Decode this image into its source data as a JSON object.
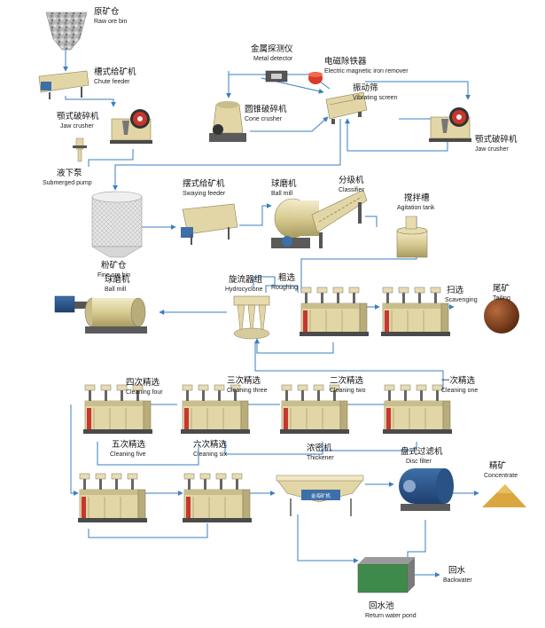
{
  "equipment": {
    "raw_ore_bin": {
      "zh": "原矿仓",
      "en": "Raw ore bin"
    },
    "chute_feeder": {
      "zh": "槽式给矿机",
      "en": "Chute feeder"
    },
    "jaw_crusher_1": {
      "zh": "颚式破碎机",
      "en": "Jaw  crusher"
    },
    "submerged_pump": {
      "zh": "液下泵",
      "en": "Submerged pump"
    },
    "metal_detector": {
      "zh": "金属探测仪",
      "en": "Metal detector"
    },
    "iron_remover": {
      "zh": "电磁除铁器",
      "en": "Electric magnetic iron remover"
    },
    "cone_crusher": {
      "zh": "圆锥破碎机",
      "en": "Cone crusher"
    },
    "vibrating_screen": {
      "zh": "振动筛",
      "en": "Vibrating screen"
    },
    "jaw_crusher_2": {
      "zh": "颚式破碎机",
      "en": "Jaw crusher"
    },
    "fine_ore_bin": {
      "zh": "粉矿仓",
      "en": "Fine ore bin"
    },
    "swaying_feeder": {
      "zh": "摆式给矿机",
      "en": "Swaying feeder"
    },
    "ball_mill_1": {
      "zh": "球磨机",
      "en": "Ball mill"
    },
    "classifier": {
      "zh": "分级机",
      "en": "Classifier"
    },
    "agitation_tank": {
      "zh": "搅拌槽",
      "en": "Agitation tank"
    },
    "roughing": {
      "zh": "粗选",
      "en": "Roughing"
    },
    "scavenging": {
      "zh": "扫选",
      "en": "Scavenging"
    },
    "tailing": {
      "zh": "尾矿",
      "en": "Tailing"
    },
    "ball_mill_2": {
      "zh": "球磨机",
      "en": "Ball mill"
    },
    "hydrocyclone": {
      "zh": "旋流器组",
      "en": "Hydrocyclone"
    },
    "cleaning_four": {
      "zh": "四次精选",
      "en": "Cleaning four"
    },
    "cleaning_three": {
      "zh": "三次精选",
      "en": "Cleaning three"
    },
    "cleaning_two": {
      "zh": "二次精选",
      "en": "Cleaning two"
    },
    "cleaning_one": {
      "zh": "一次精选",
      "en": "Cleaning one"
    },
    "cleaning_five": {
      "zh": "五次精选",
      "en": "Cleaning five"
    },
    "cleaning_six": {
      "zh": "六次精选",
      "en": "Cleaning six"
    },
    "thickener": {
      "zh": "浓密机",
      "en": "Thickener"
    },
    "disc_filter": {
      "zh": "盘式过滤机",
      "en": "Disc filter"
    },
    "concentrate": {
      "zh": "精矿",
      "en": "Concentrate"
    },
    "return_water_pond": {
      "zh": "回水池",
      "en": "Return water pond"
    },
    "backwater": {
      "zh": "回水",
      "en": "Backwater"
    }
  },
  "thickener_plate": "金海矿机",
  "colors": {
    "flow_line": "#3a7fc0",
    "machine_body": "#e8dcae",
    "machine_dark": "#5a5a5a",
    "accent_red": "#c8362e",
    "tailing": "#7a3b1a",
    "concentrate": "#d9a640"
  }
}
